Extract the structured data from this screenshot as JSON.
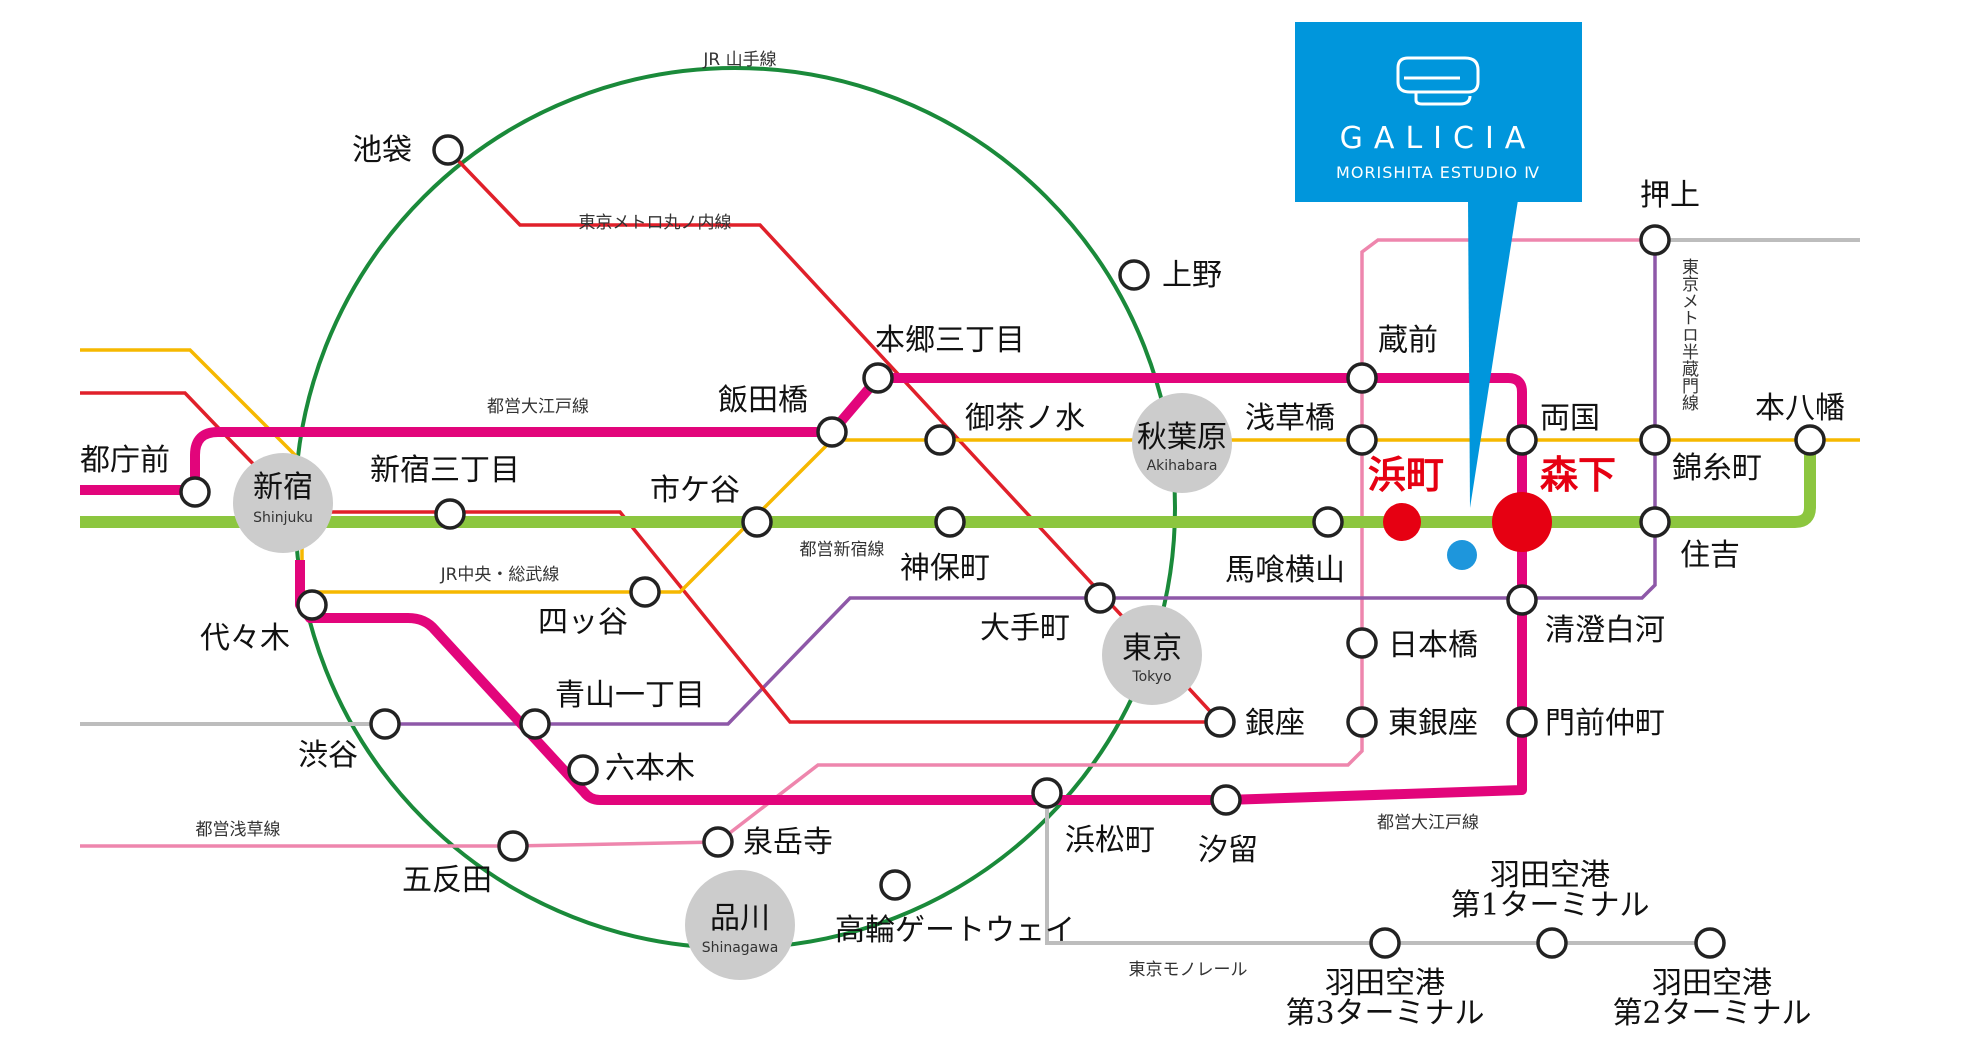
{
  "colors": {
    "yamanote": "#1a8a3a",
    "oedo": "#e2057b",
    "shinjuku_line": "#8cc63f",
    "marunouchi": "#e0202a",
    "chuo_sobu": "#f6b800",
    "hanzomon": "#8e58a8",
    "asakusa": "#ee86ad",
    "monorail": "#bdbdbd",
    "highlight_red": "#e60012",
    "brand_blue": "#0096dc",
    "current_dot": "#1e96dc",
    "hub_gray": "#cccccc"
  },
  "brand": {
    "name": "GALICIA",
    "subtitle": "MORISHITA ESTUDIO Ⅳ",
    "logo_icon": "galicia-logo-icon"
  },
  "line_labels": {
    "yamanote": "JR 山手線",
    "marunouchi": "東京メトロ丸ノ内線",
    "oedo_top": "都営大江戸線",
    "chuo_sobu": "JR中央・総武線",
    "shinjuku_line": "都営新宿線",
    "asakusa": "都営浅草線",
    "oedo_bottom": "都営大江戸線",
    "monorail": "東京モノレール",
    "hanzomon": "東京メトロ半蔵門線"
  },
  "hubs": {
    "shinjuku": {
      "ja": "新宿",
      "en": "Shinjuku"
    },
    "akihabara": {
      "ja": "秋葉原",
      "en": "Akihabara"
    },
    "tokyo": {
      "ja": "東京",
      "en": "Tokyo"
    },
    "shinagawa": {
      "ja": "品川",
      "en": "Shinagawa"
    }
  },
  "stations": {
    "ikebukuro": "池袋",
    "ueno": "上野",
    "hongo3": "本郷三丁目",
    "iidabashi": "飯田橋",
    "ochanomizu": "御茶ノ水",
    "tochomae": "都庁前",
    "shinjuku3": "新宿三丁目",
    "ichigaya": "市ケ谷",
    "jimbocho": "神保町",
    "yotsuya": "四ッ谷",
    "yoyogi": "代々木",
    "otemachi": "大手町",
    "aoyama1": "青山一丁目",
    "shibuya": "渋谷",
    "roppongi": "六本木",
    "ginza": "銀座",
    "sengakuji": "泉岳寺",
    "gotanda": "五反田",
    "takanawa": "高輪ゲートウェイ",
    "hamamatsucho": "浜松町",
    "shiodome": "汐留",
    "kuramae": "蔵前",
    "asakusabashi": "浅草橋",
    "bakuro": "馬喰横山",
    "nihonbashi": "日本橋",
    "higashiginza": "東銀座",
    "ryogoku": "両国",
    "kiyosumi": "清澄白河",
    "monzen": "門前仲町",
    "oshiage": "押上",
    "kinshicho": "錦糸町",
    "sumiyoshi": "住吉",
    "motoyawata": "本八幡",
    "hamacho": "浜町",
    "morishita": "森下",
    "haneda1_line1": "羽田空港",
    "haneda1_line2": "第1ターミナル",
    "haneda3_line1": "羽田空港",
    "haneda3_line2": "第3ターミナル",
    "haneda2_line1": "羽田空港",
    "haneda2_line2": "第2ターミナル"
  }
}
